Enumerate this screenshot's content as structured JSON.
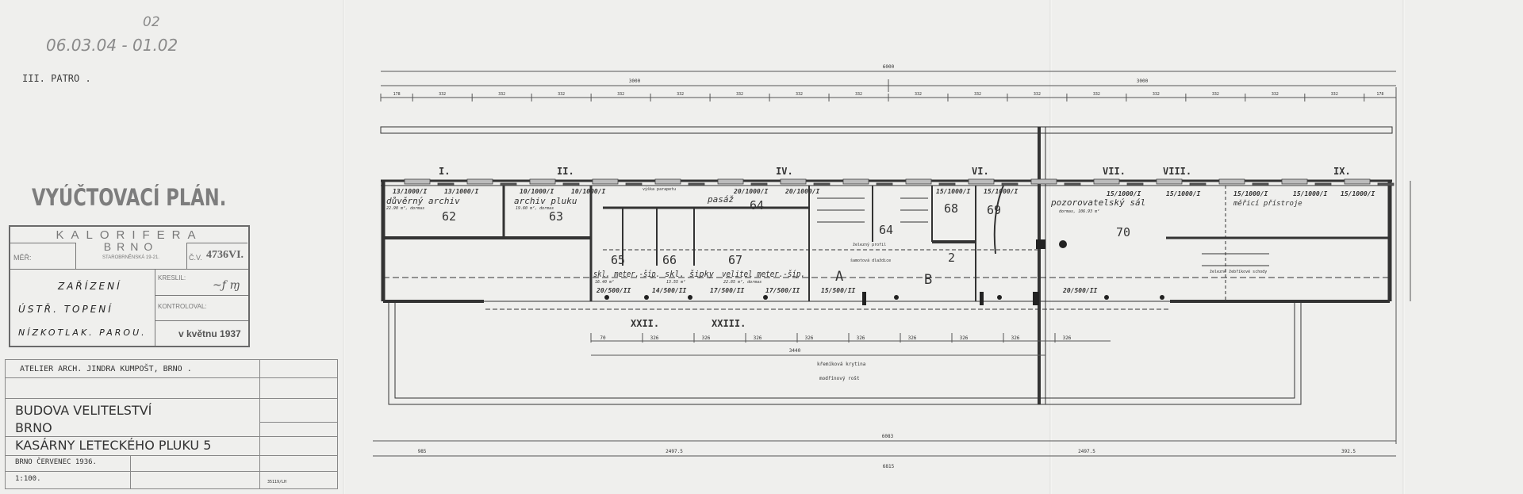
{
  "sheet": {
    "handwritten_code_top": "02",
    "handwritten_code": "06.03.04 - 01.02",
    "floor_label": "III. PATRO ."
  },
  "stamp": {
    "title": "VYÚČTOVACÍ PLÁN.",
    "company": "KALORIFERA",
    "city": "BRNO",
    "address": "STAROBRNĚNSKÁ 19-21.",
    "mer_label": "MĚŘ:",
    "cv_label": "Č.V.",
    "cv_number": "4736VI.",
    "description_lines": [
      "ZAŘÍZENÍ",
      "ÚSTŘ. TOPENÍ",
      "NÍZKOTLAK. PAROU."
    ],
    "drew_label": "KRESLIL:",
    "checked_label": "KONTROLOVAL:",
    "date": "v květnu 1937"
  },
  "title_block": {
    "architect": "ATELIER ARCH. JINDRA KUMPOŠT, BRNO .",
    "building": "BUDOVA VELITELSTVÍ",
    "city": "BRNO",
    "site": "KASÁRNY LETECKÉHO PLUKU 5",
    "date": "BRNO ČERVENEC 1936.",
    "scale": "1:100.",
    "drawing_number": "35119/LH"
  },
  "plan": {
    "dimensions_top": {
      "total": "6000",
      "halves": [
        "3000",
        "3000"
      ],
      "segments": [
        "178",
        "332",
        "332",
        "332",
        "332",
        "332",
        "332",
        "332",
        "332",
        "332",
        "332",
        "332",
        "332",
        "332",
        "332",
        "332",
        "332",
        "178"
      ]
    },
    "dimensions_bottom": {
      "total": "6083",
      "segments": [
        "985",
        "2497.5",
        "2497.5",
        "392.5"
      ],
      "overall": "6815"
    },
    "roof_dimension": "3440",
    "bay_dimensions": [
      "70",
      "326",
      "326",
      "326",
      "326",
      "326",
      "326",
      "326",
      "326",
      "326"
    ],
    "axes_top": [
      "I.",
      "II.",
      "IV.",
      "VI.",
      "VII.",
      "VIII.",
      "IX."
    ],
    "axes_bottom": [
      "XXII.",
      "XXIII."
    ],
    "rooms": [
      {
        "number": "62",
        "name": "důvěrný archiv",
        "area": "22.90 m², dormas"
      },
      {
        "number": "63",
        "name": "archiv pluku",
        "area": "19.60 m², dormas"
      },
      {
        "number": "64",
        "name": "pasáž"
      },
      {
        "number": "64"
      },
      {
        "number": "65",
        "name": "skl. meter.-šíp.",
        "area": "16.40 m²"
      },
      {
        "number": "66",
        "name": "skl. šipky",
        "area": "13.55 m²"
      },
      {
        "number": "67",
        "name": "velitel meter.-šíp.",
        "area": "22.85 m², dormas"
      },
      {
        "number": "68"
      },
      {
        "number": "69"
      },
      {
        "number": "70",
        "name": "pozorovatelský sál",
        "area": "dormas, 106.93 m²"
      },
      {
        "number": "2"
      },
      {
        "number": "A"
      },
      {
        "number": "B"
      },
      {
        "name": "měřicí přístroje"
      }
    ],
    "radiators": [
      "13/1000/I",
      "13/1000/I",
      "10/1000/I",
      "10/1000/I",
      "20/1000/I",
      "20/1000/I",
      "15/1000/I",
      "15/1000/I",
      "15/1000/I",
      "15/1000/I",
      "15/1000/I",
      "15/1000/I",
      "15/1000/I",
      "20/500/II",
      "14/500/II",
      "17/500/II",
      "17/500/II",
      "15/500/II",
      "20/500/II"
    ],
    "notes": [
      "křemíková krytina",
      "modřínový rošt",
      "šamotová dlaždice",
      "železný profil",
      "železné žebříkové schody",
      "výška parapetu"
    ]
  }
}
